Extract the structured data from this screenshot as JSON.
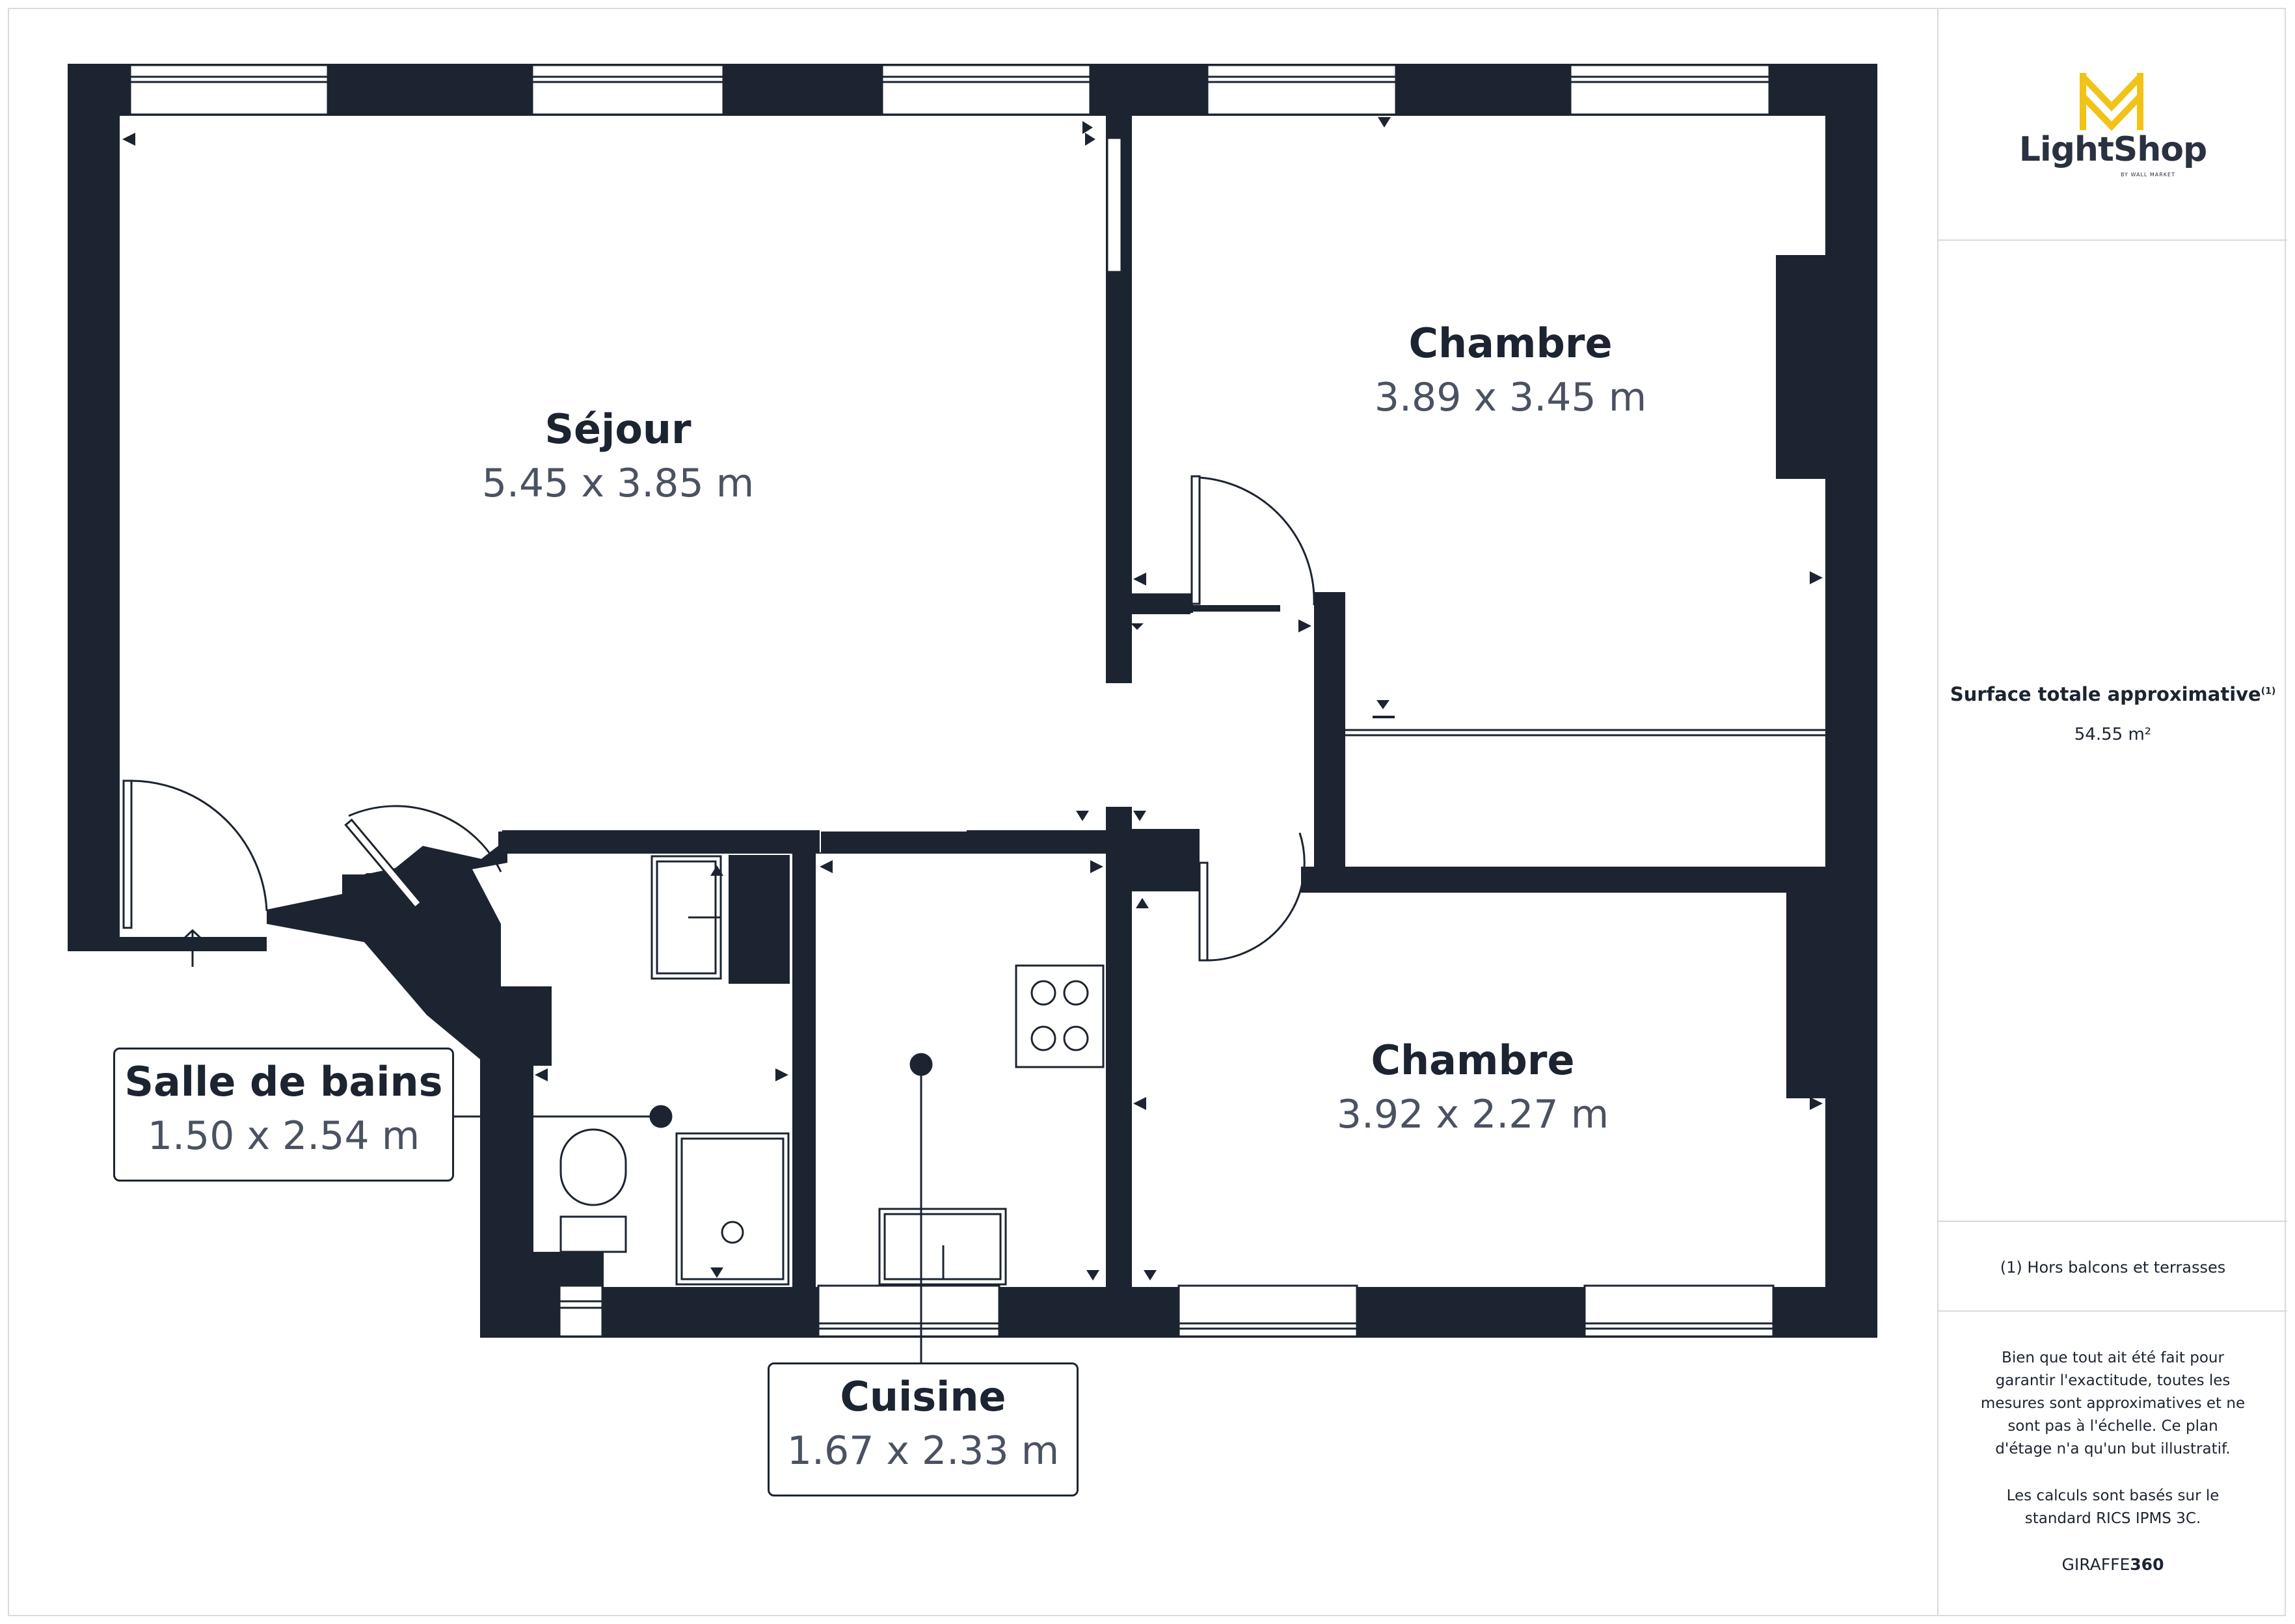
{
  "colors": {
    "wall": "#1c2431",
    "room": "#ffffff",
    "frame": "#d8dadd",
    "accent": "#f2c317"
  },
  "rooms": {
    "sejour": {
      "name": "Séjour",
      "dim": "5.45 x 3.85 m"
    },
    "chambre1": {
      "name": "Chambre",
      "dim": "3.89 x 3.45 m"
    },
    "chambre2": {
      "name": "Chambre",
      "dim": "3.92 x 2.27 m"
    },
    "salle": {
      "name": "Salle de bains",
      "dim": "1.50 x 2.54 m"
    },
    "cuisine": {
      "name": "Cuisine",
      "dim": "1.67 x 2.33 m"
    }
  },
  "sidebar": {
    "logo": {
      "icon": "lightshop-logo-icon",
      "name": "LightShop",
      "sub": "BY WALL MARKET"
    },
    "surface": {
      "title": "Surface totale approximative",
      "note_marker": "(1)",
      "value": "54.55 m²"
    },
    "note": "(1) Hors balcons et terrasses",
    "disclaimer": "Bien que tout ait été fait pour garantir l'exactitude, toutes les mesures sont approximatives et ne sont pas à l'échelle. Ce plan d'étage n'a qu'un but illustratif.",
    "rics": "Les calculs sont basés sur le standard RICS IPMS 3C.",
    "brand": {
      "a": "GIRAFFE",
      "b": "360"
    }
  }
}
